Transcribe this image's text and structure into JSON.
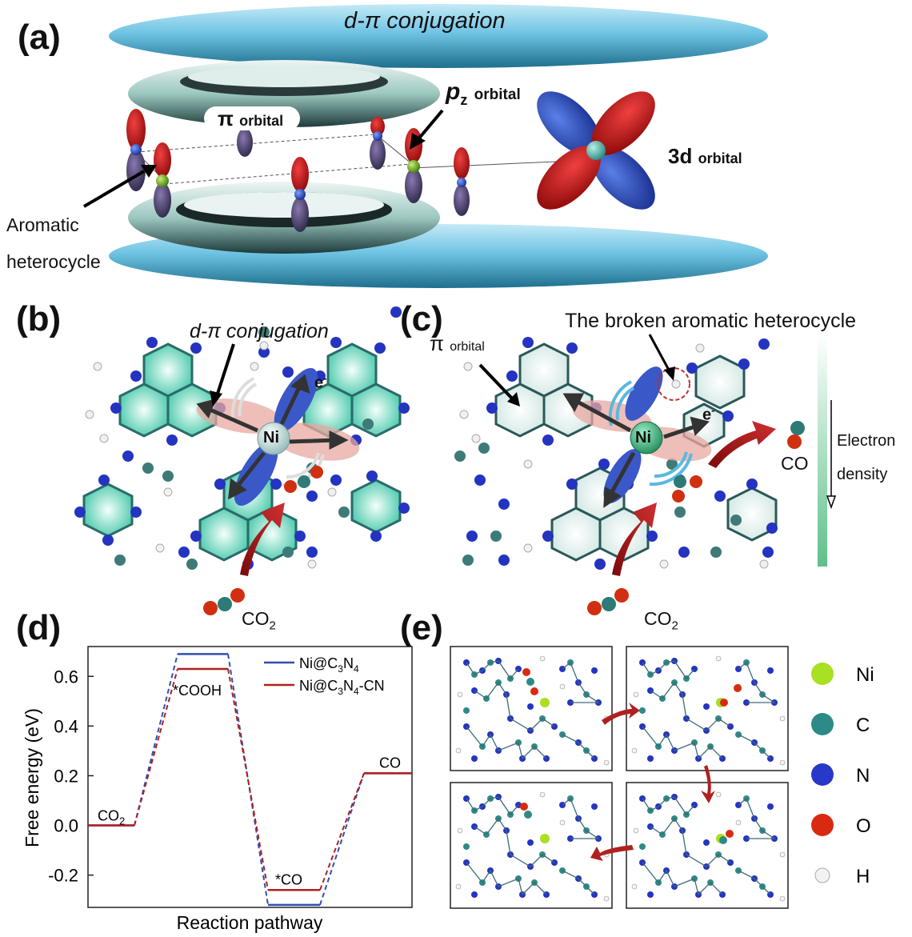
{
  "panels": {
    "a": {
      "label": "(a)",
      "dpi_label": "d-π conjugation",
      "pz_label": "p",
      "pz_sub": "z",
      "pz_suffix": "orbital",
      "pi_label": "π",
      "pi_suffix": "orbital",
      "d_label": "3d",
      "d_suffix": "orbital",
      "aromatic_label_1": "Aromatic",
      "aromatic_label_2": "heterocycle"
    },
    "b": {
      "label": "(b)",
      "dpi_label": "d-π conjugation",
      "electron_label": "e",
      "electron_sup": "-",
      "ni_label": "Ni",
      "co2_label": "CO",
      "co2_sub": "2"
    },
    "c": {
      "label": "(c)",
      "broken_label": "The broken aromatic heterocycle",
      "pi_label": "π",
      "pi_suffix": "orbital",
      "electron_label": "e",
      "electron_sup": "-",
      "ni_label": "Ni",
      "co_label": "CO",
      "co2_label": "CO",
      "co2_sub": "2",
      "density_label_1": "Electron",
      "density_label_2": "density"
    },
    "d": {
      "label": "(d)"
    },
    "e": {
      "label": "(e)",
      "legend": [
        {
          "symbol": "Ni",
          "color": "#a8e024"
        },
        {
          "symbol": "C",
          "color": "#2e8a86"
        },
        {
          "symbol": "N",
          "color": "#2838c8"
        },
        {
          "symbol": "O",
          "color": "#d82a10"
        },
        {
          "symbol": "H",
          "color": "#f2f2f2"
        }
      ]
    }
  },
  "chart_data": {
    "type": "line",
    "xlabel": "Reaction pathway",
    "ylabel": "Free energy (eV)",
    "ylim": [
      -0.33,
      0.72
    ],
    "yticks": [
      "0.6",
      "0.4",
      "0.2",
      "0.0",
      "-0.2"
    ],
    "ytick_values": [
      0.6,
      0.4,
      0.2,
      0.0,
      -0.2
    ],
    "steps": [
      "CO2",
      "*COOH",
      "*CO",
      "CO"
    ],
    "step_labels": [
      "CO2",
      "*COOH",
      "*CO",
      "CO"
    ],
    "series": [
      {
        "name": "Ni@C3N4",
        "legend_main": "Ni@C",
        "legend_tail": "N",
        "legend_suffix": "",
        "color": "#2f4fb0",
        "values": [
          0.0,
          0.69,
          -0.32,
          0.21
        ]
      },
      {
        "name": "Ni@C3N4-CN",
        "legend_main": "Ni@C",
        "legend_tail": "N",
        "legend_suffix": "-CN",
        "color": "#b02020",
        "values": [
          0.0,
          0.63,
          -0.26,
          0.21
        ]
      }
    ],
    "legend_position": "top-right",
    "grid": false
  }
}
